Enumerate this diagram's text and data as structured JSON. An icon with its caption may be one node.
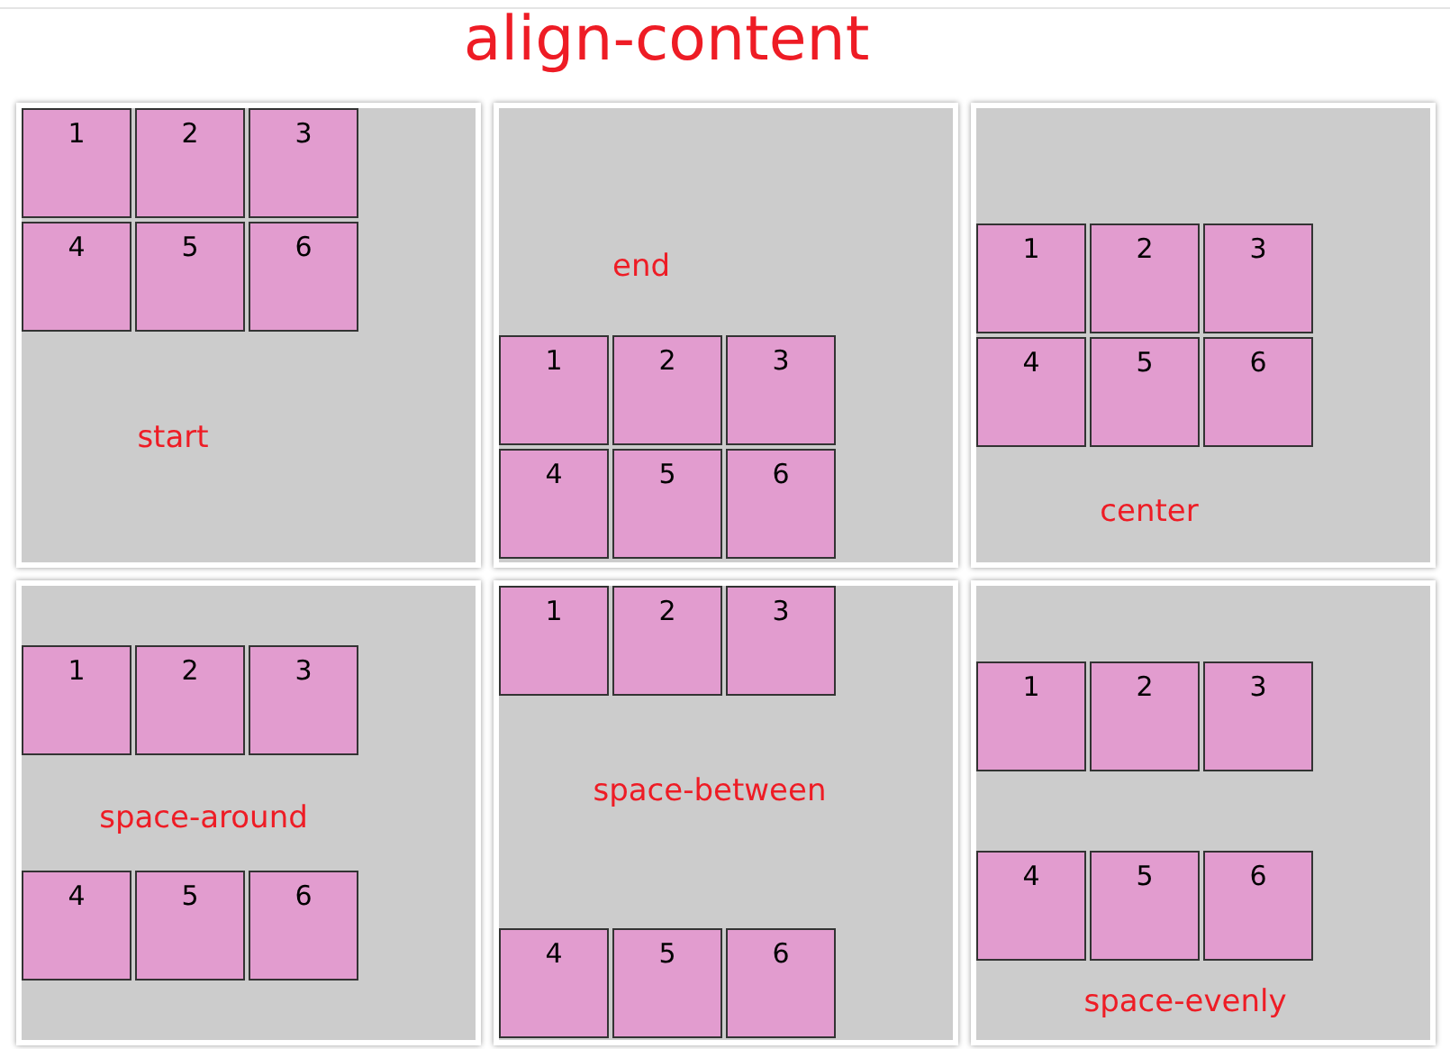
{
  "diagram": {
    "title": "align-content",
    "nodes": [
      {
        "text": [
          "start"
        ]
      },
      {
        "text": [
          "1"
        ],
        "in": 0
      },
      {
        "text": [
          "2"
        ],
        "in": 0
      },
      {
        "text": [
          "3"
        ],
        "in": 0
      },
      {
        "text": [
          "4"
        ],
        "in": 0
      },
      {
        "text": [
          "5"
        ],
        "in": 0
      },
      {
        "text": [
          "6"
        ],
        "in": 0
      },
      {
        "text": [
          "end"
        ]
      },
      {
        "text": [
          "1"
        ],
        "in": 7
      },
      {
        "text": [
          "2"
        ],
        "in": 7
      },
      {
        "text": [
          "3"
        ],
        "in": 7
      },
      {
        "text": [
          "4"
        ],
        "in": 7
      },
      {
        "text": [
          "5"
        ],
        "in": 7
      },
      {
        "text": [
          "6"
        ],
        "in": 7
      },
      {
        "text": [
          "center"
        ]
      },
      {
        "text": [
          "1"
        ],
        "in": 14
      },
      {
        "text": [
          "2"
        ],
        "in": 14
      },
      {
        "text": [
          "3"
        ],
        "in": 14
      },
      {
        "text": [
          "4"
        ],
        "in": 14
      },
      {
        "text": [
          "5"
        ],
        "in": 14
      },
      {
        "text": [
          "6"
        ],
        "in": 14
      },
      {
        "text": [
          "space-around"
        ]
      },
      {
        "text": [
          "1"
        ],
        "in": 21
      },
      {
        "text": [
          "2"
        ],
        "in": 21
      },
      {
        "text": [
          "3"
        ],
        "in": 21
      },
      {
        "text": [
          "4"
        ],
        "in": 21
      },
      {
        "text": [
          "5"
        ],
        "in": 21
      },
      {
        "text": [
          "6"
        ],
        "in": 21
      },
      {
        "text": [
          "space-between"
        ]
      },
      {
        "text": [
          "1"
        ],
        "in": 28
      },
      {
        "text": [
          "2"
        ],
        "in": 28
      },
      {
        "text": [
          "3"
        ],
        "in": 28
      },
      {
        "text": [
          "4"
        ],
        "in": 28
      },
      {
        "text": [
          "5"
        ],
        "in": 28
      },
      {
        "text": [
          "6"
        ],
        "in": 28
      },
      {
        "text": [
          "space-evenly"
        ]
      },
      {
        "text": [
          "1"
        ],
        "in": 35
      },
      {
        "text": [
          "2"
        ],
        "in": 35
      },
      {
        "text": [
          "3"
        ],
        "in": 35
      },
      {
        "text": [
          "4"
        ],
        "in": 35
      },
      {
        "text": [
          "5"
        ],
        "in": 35
      },
      {
        "text": [
          "6"
        ],
        "in": 35
      }
    ]
  }
}
